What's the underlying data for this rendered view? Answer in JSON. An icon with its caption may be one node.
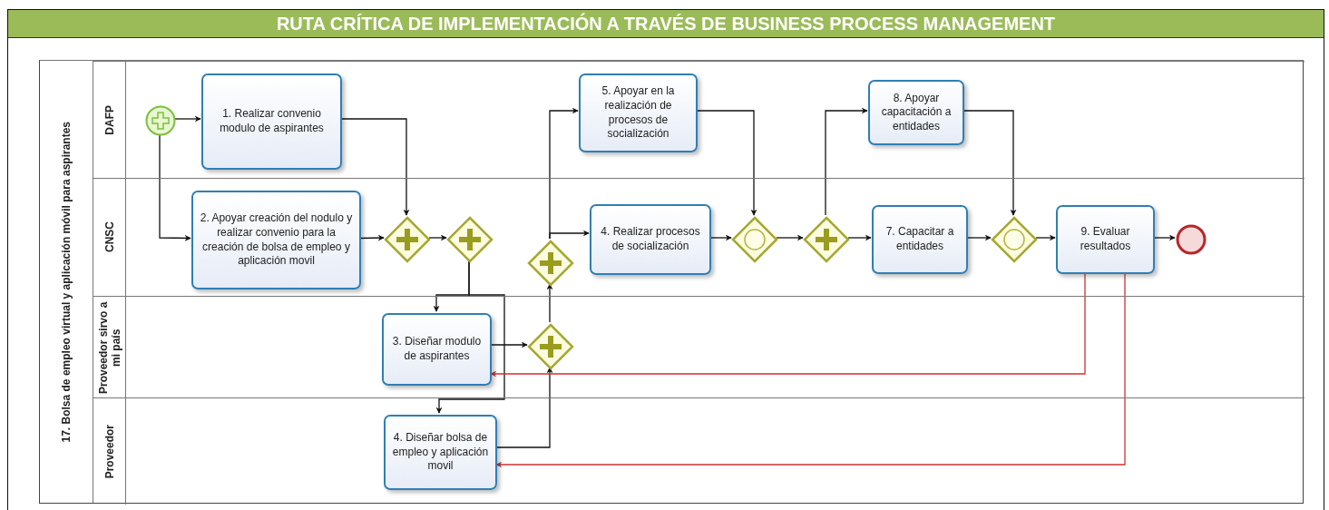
{
  "diagram": {
    "title": "RUTA CRÍTICA DE IMPLEMENTACIÓN A TRAVÉS DE BUSINESS PROCESS MANAGEMENT",
    "nodes": [
      {
        "text": [
          "17. Bolsa de empleo virtual y aplicación móvil para aspirantes"
        ]
      },
      {
        "text": [
          "DAFP"
        ],
        "in": 0
      },
      {
        "text": [
          "CNSC"
        ],
        "in": 0
      },
      {
        "text": [
          "Proveedor sirvo a mi país"
        ],
        "in": 0
      },
      {
        "text": [
          "Proveedor"
        ],
        "in": 0
      },
      {
        "text": [],
        "shape": "circle",
        "in": 1
      },
      {
        "text": [
          "1. Realizar convenio modulo de aspirantes"
        ],
        "in": 1
      },
      {
        "text": [
          "5. Apoyar en la realización de procesos de socialización"
        ],
        "in": 1
      },
      {
        "text": [
          "8. Apoyar capacitación a entidades"
        ],
        "in": 1
      },
      {
        "text": [
          "2. Apoyar creación del nodulo y realizar convenio para la creación de bolsa de empleo y aplicación movil"
        ],
        "in": 2
      },
      {
        "text": [],
        "shape": "diamond",
        "in": 2
      },
      {
        "text": [],
        "shape": "diamond",
        "in": 2
      },
      {
        "text": [],
        "shape": "diamond",
        "in": 2
      },
      {
        "text": [
          "4. Realizar procesos de socialización"
        ],
        "in": 2
      },
      {
        "text": [],
        "shape": "diamond",
        "in": 2
      },
      {
        "text": [],
        "shape": "diamond",
        "in": 2
      },
      {
        "text": [
          "7. Capacitar a entidades"
        ],
        "in": 2
      },
      {
        "text": [],
        "shape": "diamond",
        "in": 2
      },
      {
        "text": [
          "9. Evaluar resultados"
        ],
        "in": 2
      },
      {
        "text": [],
        "shape": "circle",
        "in": 2
      },
      {
        "text": [
          "3. Diseñar modulo de aspirantes"
        ],
        "in": 3
      },
      {
        "text": [],
        "shape": "diamond",
        "in": 3
      },
      {
        "text": [
          "4. Diseñar bolsa de empleo y aplicación movil"
        ],
        "in": 4
      }
    ],
    "edges": [
      {
        "from": 5,
        "to": 6,
        "arrow": "to"
      },
      {
        "from": 5,
        "to": 9,
        "arrow": "to"
      },
      {
        "from": 6,
        "to": 10,
        "arrow": "to"
      },
      {
        "from": 9,
        "to": 10,
        "arrow": "to"
      },
      {
        "from": 10,
        "to": 11,
        "arrow": "to"
      },
      {
        "from": 11,
        "to": 20,
        "arrow": "to"
      },
      {
        "from": 11,
        "to": 22,
        "arrow": "to"
      },
      {
        "from": 20,
        "to": 21,
        "arrow": "to"
      },
      {
        "from": 22,
        "to": 21,
        "arrow": "to"
      },
      {
        "from": 21,
        "to": 12,
        "arrow": "to"
      },
      {
        "from": 12,
        "to": 7,
        "arrow": "to"
      },
      {
        "from": 12,
        "to": 13,
        "arrow": "to"
      },
      {
        "from": 7,
        "to": 14,
        "arrow": "to"
      },
      {
        "from": 13,
        "to": 14,
        "arrow": "to"
      },
      {
        "from": 14,
        "to": 15,
        "arrow": "to"
      },
      {
        "from": 15,
        "to": 8,
        "arrow": "to"
      },
      {
        "from": 15,
        "to": 16,
        "arrow": "to"
      },
      {
        "from": 8,
        "to": 17,
        "arrow": "to"
      },
      {
        "from": 16,
        "to": 17,
        "arrow": "to"
      },
      {
        "from": 17,
        "to": 18,
        "arrow": "to"
      },
      {
        "from": 18,
        "to": 19,
        "arrow": "to"
      },
      {
        "from": 18,
        "to": 20,
        "arrow": "to",
        "color": "#cc3333"
      },
      {
        "from": 18,
        "to": 22,
        "arrow": "to",
        "color": "#cc3333"
      }
    ]
  }
}
